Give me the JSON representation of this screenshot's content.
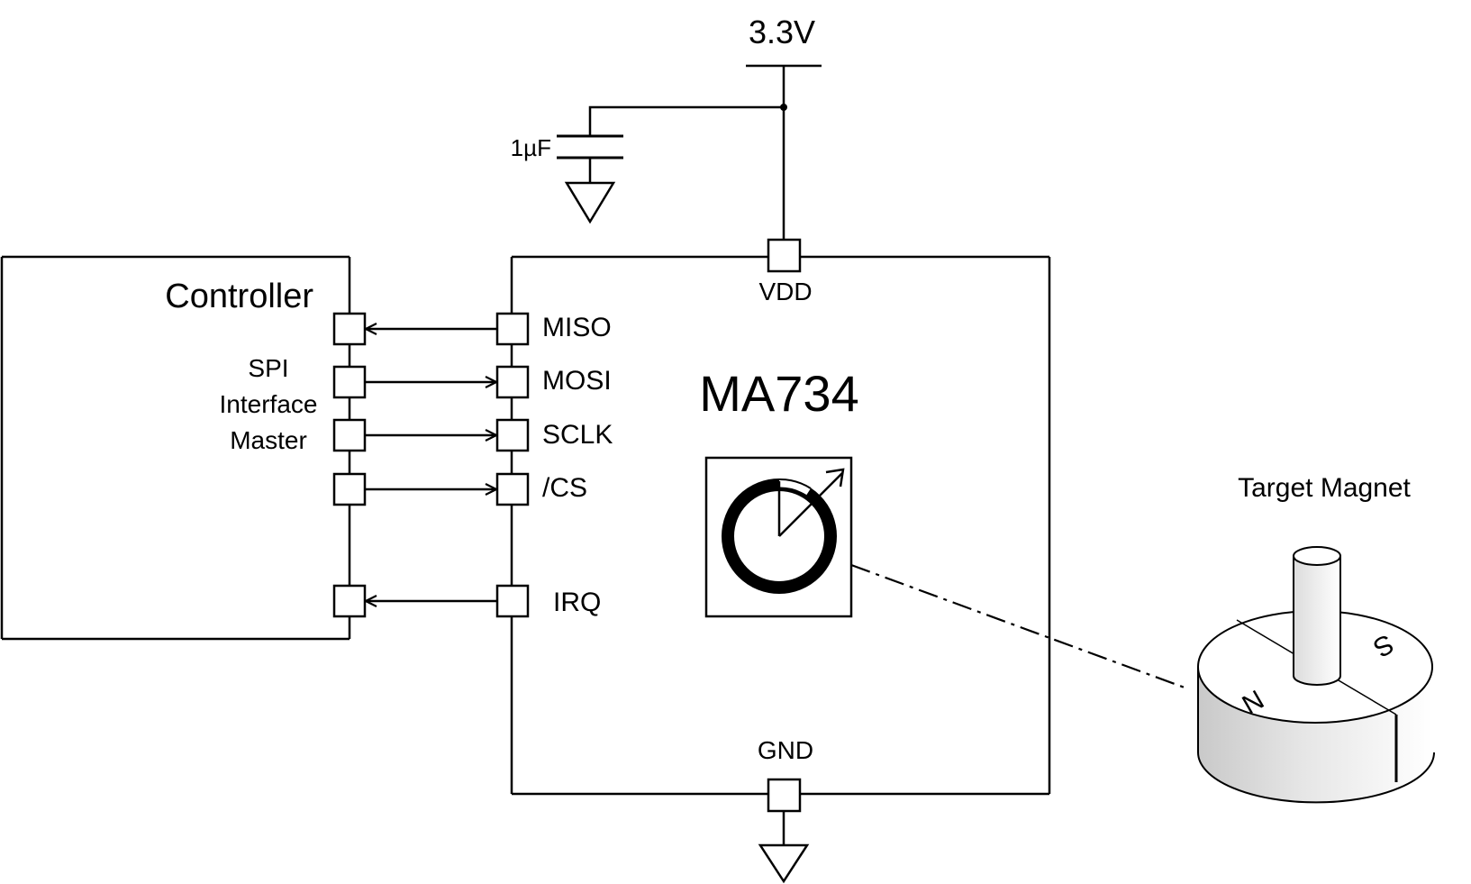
{
  "supply": {
    "voltage": "3.3V"
  },
  "capacitor": {
    "value": "1µF"
  },
  "controller": {
    "title": "Controller",
    "role_lines": [
      "SPI",
      "Interface",
      "Master"
    ]
  },
  "sensor": {
    "part": "MA734",
    "pins": {
      "vdd": "VDD",
      "gnd": "GND",
      "miso": "MISO",
      "mosi": "MOSI",
      "sclk": "SCLK",
      "cs": "/CS",
      "irq": "IRQ"
    }
  },
  "magnet": {
    "label": "Target Magnet",
    "pole_n": "N",
    "pole_s": "S"
  }
}
